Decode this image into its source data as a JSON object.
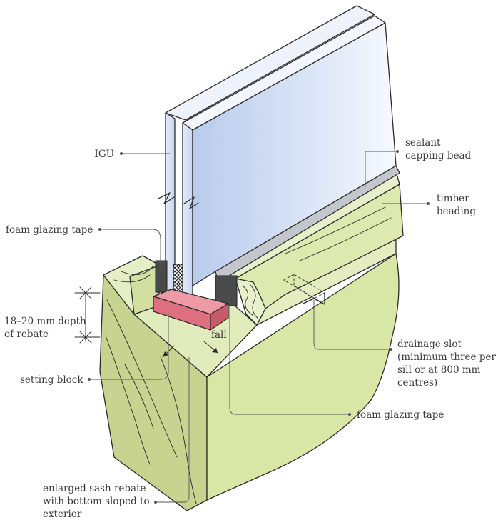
{
  "labels": {
    "igu": "IGU",
    "sealant_line1": "sealant",
    "sealant_line2": "capping bead",
    "timber_line1": "timber",
    "timber_line2": "beading",
    "foam_top": "foam glazing tape",
    "depth_line1": "18–20 mm depth",
    "depth_line2": "of rebate",
    "fall": "fall",
    "setting_block": "setting block",
    "drainage_line1": "drainage slot",
    "drainage_line2": "(minimum three per",
    "drainage_line3": "sill or at 800 mm",
    "drainage_line4": "centres)",
    "foam_bottom": "foam glazing tape",
    "rebate_line1": "enlarged sash rebate",
    "rebate_line2": "with bottom sloped to",
    "rebate_line3": "exterior"
  },
  "colors": {
    "timber_top": "#e4ecc0",
    "timber_front": "#d8e6a4",
    "timber_side": "#c6d18e",
    "glass_light": "#f3f6fc",
    "glass_mid": "#c9d7f0",
    "glass_edge": "#b3c6ea",
    "setting_block": "#e07a86",
    "foam_tape": "#4a4a4a",
    "sealant": "#bfc4c8"
  }
}
